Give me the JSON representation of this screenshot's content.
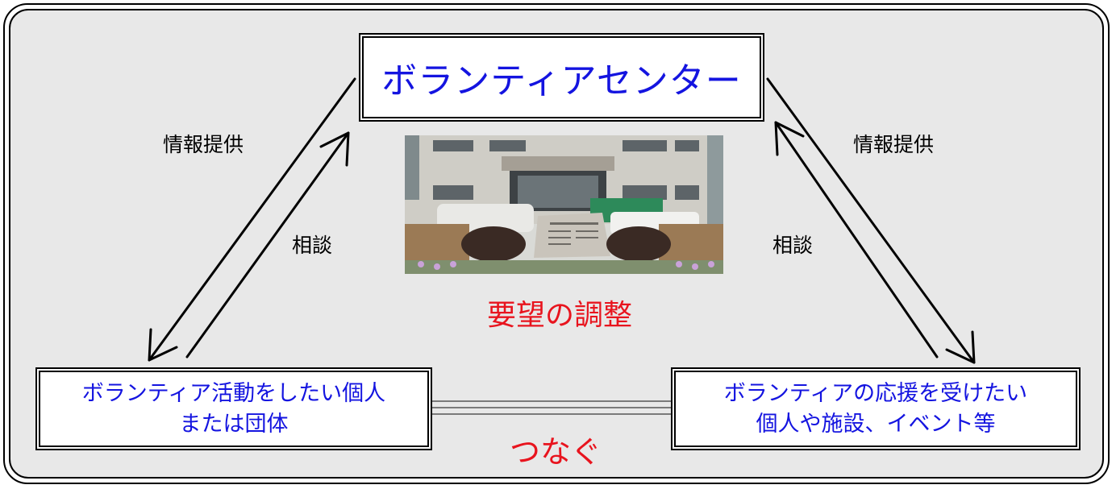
{
  "center_box": {
    "title": "ボランティアセンター"
  },
  "left_box": {
    "line1": "ボランティア活動をしたい個人",
    "line2": "または団体"
  },
  "right_box": {
    "line1": "ボランティアの応援を受けたい",
    "line2": "個人や施設、イベント等"
  },
  "labels": {
    "info_left": "情報提供",
    "consult_left": "相談",
    "info_right": "情報提供",
    "consult_right": "相談"
  },
  "coordination": "要望の調整",
  "connect": "つなぐ",
  "colors": {
    "blue_text": "#1414e0",
    "red_text": "#e8141e",
    "panel": "#e8e8e8"
  }
}
